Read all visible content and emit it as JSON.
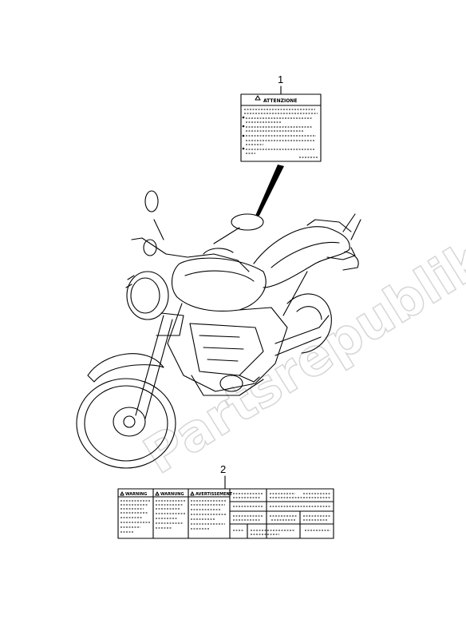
{
  "watermark": "Partsrepublik",
  "callouts": [
    {
      "number": "1",
      "part": "label-attenzione"
    },
    {
      "number": "2",
      "part": "label-warning-set"
    }
  ],
  "label_1": {
    "title": "ATTENZIONE"
  },
  "label_2": {
    "columns": [
      "WARNING",
      "WARNUNG",
      "AVERTISSEMENT"
    ]
  }
}
